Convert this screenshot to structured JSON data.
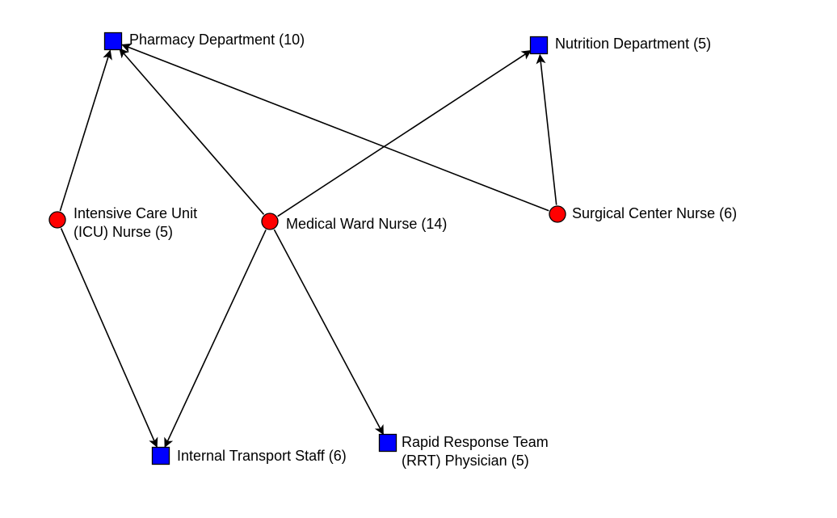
{
  "diagram": {
    "nodes": [
      {
        "id": "pharmacy",
        "shape": "square",
        "color": "#0000ff",
        "label_lines": [
          "Pharmacy Department (10)"
        ]
      },
      {
        "id": "nutrition",
        "shape": "square",
        "color": "#0000ff",
        "label_lines": [
          "Nutrition Department (5)"
        ]
      },
      {
        "id": "icu",
        "shape": "circle",
        "color": "#ff0000",
        "label_lines": [
          "Intensive Care Unit",
          "(ICU) Nurse (5)"
        ]
      },
      {
        "id": "medical",
        "shape": "circle",
        "color": "#ff0000",
        "label_lines": [
          "Medical Ward Nurse (14)"
        ]
      },
      {
        "id": "surgical",
        "shape": "circle",
        "color": "#ff0000",
        "label_lines": [
          "Surgical Center Nurse (6)"
        ]
      },
      {
        "id": "transport",
        "shape": "square",
        "color": "#0000ff",
        "label_lines": [
          "Internal Transport Staff (6)"
        ]
      },
      {
        "id": "rrt",
        "shape": "square",
        "color": "#0000ff",
        "label_lines": [
          "Rapid Response Team",
          "(RRT) Physician (5)"
        ]
      }
    ],
    "edges": [
      {
        "from": "icu",
        "to": "pharmacy"
      },
      {
        "from": "medical",
        "to": "pharmacy"
      },
      {
        "from": "surgical",
        "to": "pharmacy"
      },
      {
        "from": "medical",
        "to": "nutrition"
      },
      {
        "from": "surgical",
        "to": "nutrition"
      },
      {
        "from": "icu",
        "to": "transport"
      },
      {
        "from": "medical",
        "to": "transport"
      },
      {
        "from": "medical",
        "to": "rrt"
      }
    ]
  }
}
